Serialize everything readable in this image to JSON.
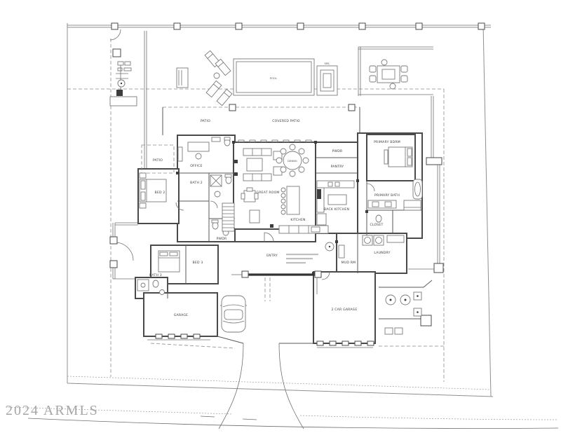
{
  "watermark": "2024 ARMLS",
  "colors": {
    "paper": "#ffffff",
    "walls": "#4a4a4a",
    "heavy_wall": "#333333",
    "dashed_setback": "#8a8a8a",
    "watermark_gray": "#a6a6a6"
  },
  "plan": {
    "rooms": [
      {
        "name": "patio-upper-left",
        "label": "PATIO"
      },
      {
        "name": "covered-patio",
        "label": "COVERED PATIO"
      },
      {
        "name": "patio-left",
        "label": "PATIO"
      },
      {
        "name": "pool",
        "label": "POOL"
      },
      {
        "name": "spa",
        "label": "SPA"
      },
      {
        "name": "great-room",
        "label": "GREAT ROOM"
      },
      {
        "name": "dining",
        "label": "DINING"
      },
      {
        "name": "kitchen",
        "label": "KITCHEN"
      },
      {
        "name": "back-kitchen",
        "label": "BACK KITCHEN"
      },
      {
        "name": "powder",
        "label": "PWDR"
      },
      {
        "name": "pantry",
        "label": "PANTRY"
      },
      {
        "name": "office",
        "label": "OFFICE"
      },
      {
        "name": "bed-2",
        "label": "BED 2"
      },
      {
        "name": "bath-2",
        "label": "BATH 2"
      },
      {
        "name": "primary-bedroom",
        "label": "PRIMARY BDRM"
      },
      {
        "name": "primary-bath",
        "label": "PRIMARY BATH"
      },
      {
        "name": "closet",
        "label": "CLOSET"
      },
      {
        "name": "laundry",
        "label": "LAUNDRY"
      },
      {
        "name": "mud-room",
        "label": "MUD RM"
      },
      {
        "name": "entry",
        "label": "ENTRY"
      },
      {
        "name": "bed-3",
        "label": "BED 3"
      },
      {
        "name": "bath-3",
        "label": "BATH 3"
      },
      {
        "name": "garage-left",
        "label": "GARAGE"
      },
      {
        "name": "garage-right",
        "label": "2 CAR GARAGE"
      }
    ]
  }
}
